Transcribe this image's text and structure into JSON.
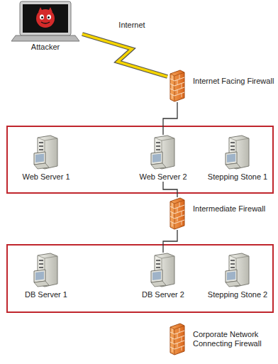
{
  "diagram": {
    "nodes": [
      {
        "text": [
          "Attacker"
        ]
      },
      {
        "text": [
          "Internet Facing Firewall"
        ]
      },
      {
        "text": [
          "Web Server 1"
        ]
      },
      {
        "text": [
          "Web Server 2"
        ]
      },
      {
        "text": [
          "Stepping Stone 1"
        ]
      },
      {
        "text": [
          "Intermediate Firewall"
        ]
      },
      {
        "text": [
          "DB Server 1"
        ]
      },
      {
        "text": [
          "DB Server 2"
        ]
      },
      {
        "text": [
          "Stepping Stone 2"
        ]
      },
      {
        "text": [
          "Corporate Network Connecting Firewall"
        ]
      }
    ],
    "edges": [
      {
        "from": 0,
        "to": 1,
        "label": "Internet",
        "arrow": "none"
      },
      {
        "from": 1,
        "to": 3,
        "arrow": "none"
      },
      {
        "from": 3,
        "to": 5,
        "arrow": "none"
      },
      {
        "from": 5,
        "to": 7,
        "arrow": "none"
      }
    ]
  }
}
